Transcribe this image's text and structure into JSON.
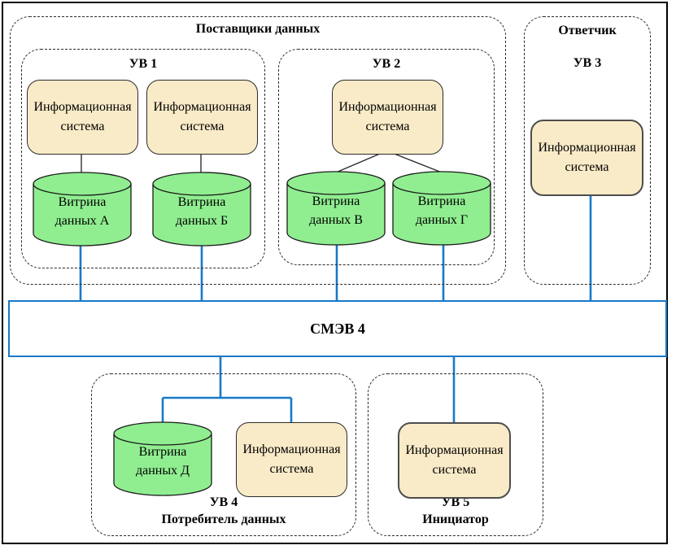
{
  "colors": {
    "line_blue": "#1879C8",
    "datamart_fill": "#90EE90",
    "system_fill": "#FAEBC8",
    "dashed_border": "#2b2b2b"
  },
  "providers": {
    "title": "Поставщики данных",
    "uv1": {
      "label": "УВ 1",
      "system_a": "Информационная система",
      "system_b": "Информационная система",
      "datamart_a": "Витрина данных А",
      "datamart_b": "Витрина данных Б"
    },
    "uv2": {
      "label": "УВ 2",
      "system": "Информационная система",
      "datamart_v": "Витрина данных В",
      "datamart_g": "Витрина данных Г"
    }
  },
  "responder": {
    "title": "Ответчик",
    "label": "УВ 3",
    "system": "Информационная система"
  },
  "bus": {
    "label": "СМЭВ 4"
  },
  "consumer": {
    "label": "УВ 4",
    "role": "Потребитель данных",
    "datamart": "Витрина данных Д",
    "system": "Информационная система"
  },
  "initiator": {
    "label": "УВ 5",
    "role": "Инициатор",
    "system": "Информационная система"
  }
}
